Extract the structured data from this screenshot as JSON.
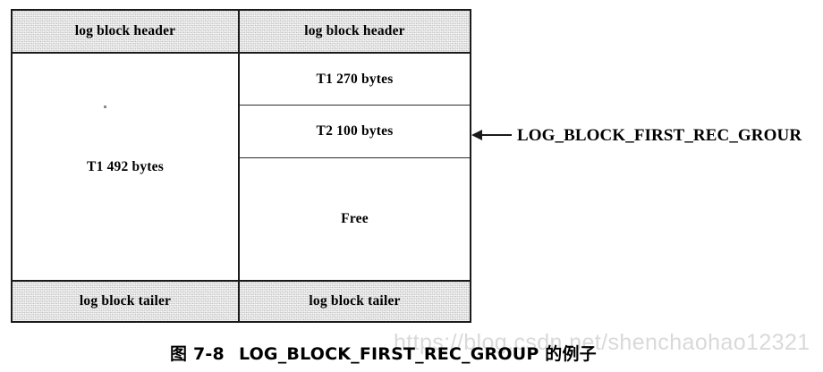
{
  "figure": {
    "caption_prefix": "图 7-8",
    "caption_text": "LOG_BLOCK_FIRST_REC_GROUP 的例子"
  },
  "watermark": {
    "text": "https://blog.csdn.net/shenchaohao12321",
    "color": "#d9d9d9"
  },
  "callout": {
    "label": "LOG_BLOCK_FIRST_REC_GROUR",
    "arrow": "left-arrow-icon"
  },
  "diagram": {
    "border_color": "#1a1a1a",
    "shaded_fill": "#dcdcdc",
    "columns": [
      {
        "name": "left-block",
        "cells": [
          {
            "label": "log block header",
            "shaded": true
          },
          {
            "label": "T1 492 bytes",
            "shaded": false
          },
          {
            "label": "log block tailer",
            "shaded": true
          }
        ]
      },
      {
        "name": "right-block",
        "cells": [
          {
            "label": "log block header",
            "shaded": true
          },
          {
            "label": "T1 270 bytes",
            "shaded": false
          },
          {
            "label": "T2 100 bytes",
            "shaded": false
          },
          {
            "label": "Free",
            "shaded": false
          },
          {
            "label": "log block tailer",
            "shaded": true
          }
        ]
      }
    ]
  }
}
